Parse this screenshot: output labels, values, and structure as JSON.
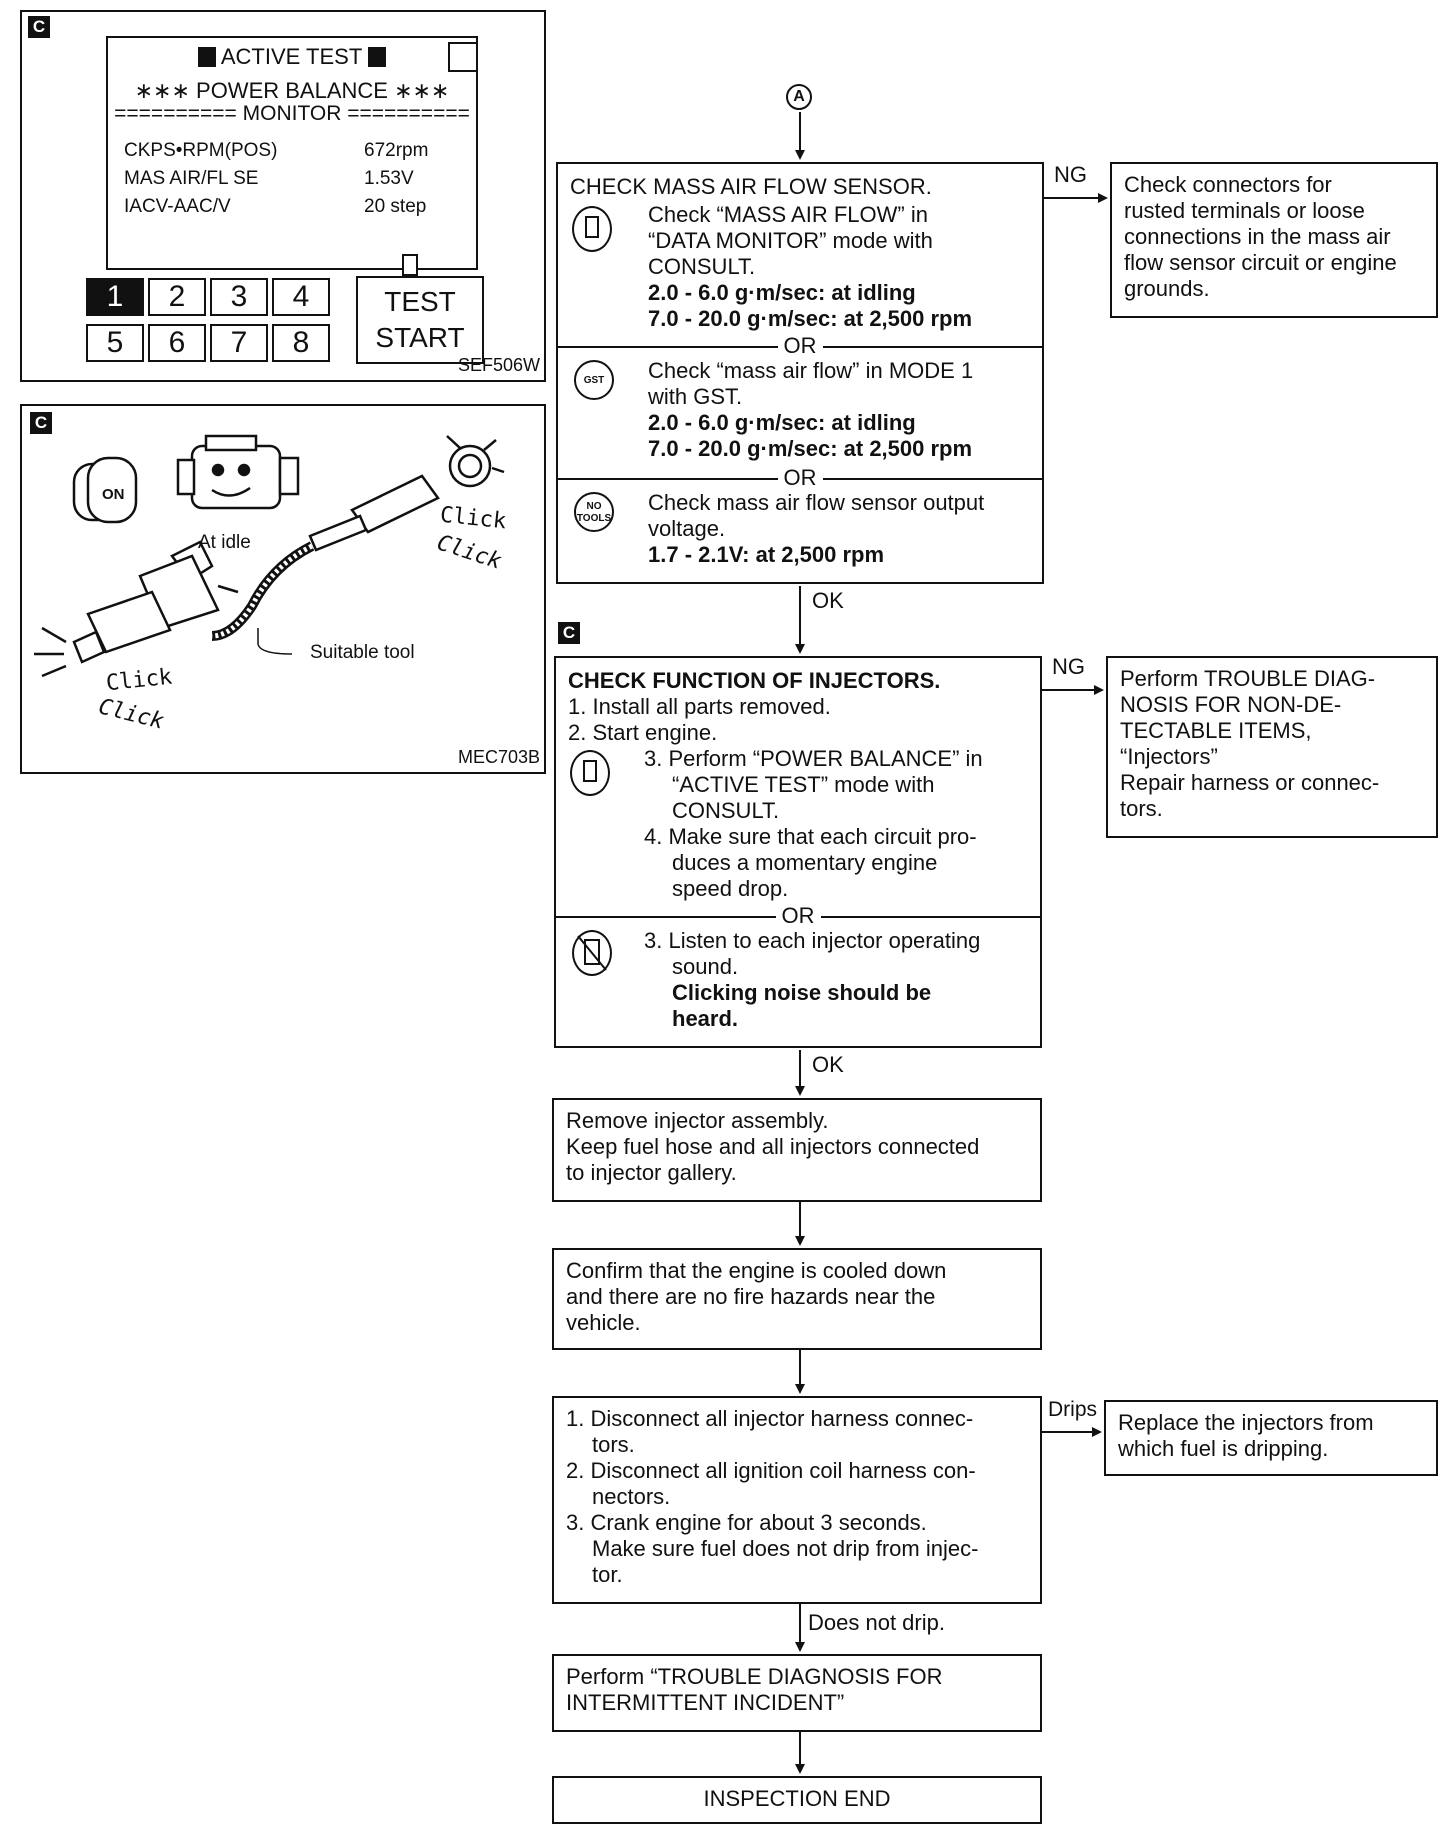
{
  "left_panels": {
    "marker_c": "C",
    "consult": {
      "screen_title": "ACTIVE TEST",
      "screen_subtitle": "∗∗∗ POWER BALANCE ∗∗∗",
      "monitor_header": "========== MONITOR ==========",
      "rows": [
        {
          "label": "CKPS•RPM(POS)",
          "value": "672rpm"
        },
        {
          "label": "MAS AIR/FL SE",
          "value": "1.53V"
        },
        {
          "label": "IACV-AAC/V",
          "value": "20 step"
        }
      ],
      "keys": [
        "1",
        "2",
        "3",
        "4",
        "5",
        "6",
        "7",
        "8"
      ],
      "test_label": "TEST",
      "start_label": "START",
      "figure_code": "SEF506W"
    },
    "illustration": {
      "on_label": "ON",
      "at_idle": "At idle",
      "click_1": "Click",
      "click_2": "Click",
      "click_3": "Click",
      "click_4": "Click",
      "tool_label": "Suitable tool",
      "figure_code": "MEC703B"
    }
  },
  "flow": {
    "connector": "A",
    "mass_air_flow": {
      "title": "CHECK MASS AIR FLOW SENSOR.",
      "consult_text": [
        "Check “MASS AIR FLOW” in",
        "“DATA MONITOR” mode with",
        "CONSULT."
      ],
      "consult_spec_1": "2.0 - 6.0 g·m/sec: at idling",
      "consult_spec_2": "7.0 - 20.0 g·m/sec: at 2,500 rpm",
      "or_1": "OR",
      "gst_text": [
        "Check “mass air flow” in MODE 1",
        "with GST."
      ],
      "gst_spec_1": "2.0 - 6.0 g·m/sec: at idling",
      "gst_spec_2": "7.0 - 20.0 g·m/sec: at 2,500 rpm",
      "or_2": "OR",
      "notools_text": [
        "Check mass air flow sensor output",
        "voltage."
      ],
      "notools_spec": "1.7 - 2.1V: at 2,500 rpm",
      "icon_gst": "GST",
      "icon_notools_1": "NO",
      "icon_notools_2": "TOOLS"
    },
    "ng_1": "NG",
    "ng_1_box": [
      "Check connectors for",
      "rusted terminals or loose",
      "connections in the mass air",
      "flow sensor circuit or engine",
      "grounds."
    ],
    "ok_1": "OK",
    "marker_c": "C",
    "injectors": {
      "title": "CHECK FUNCTION OF INJECTORS.",
      "steps": [
        "1. Install all parts removed.",
        "2. Start engine."
      ],
      "consult_steps": [
        "3. Perform “POWER BALANCE” in",
        "“ACTIVE TEST” mode with",
        "CONSULT.",
        "4. Make sure that each circuit pro-",
        "duces a momentary engine",
        "speed drop."
      ],
      "or": "OR",
      "listen_text": [
        "3. Listen to each injector operating",
        "sound."
      ],
      "listen_bold": [
        "Clicking noise should be",
        "heard."
      ]
    },
    "ng_2": "NG",
    "ng_2_box": [
      "Perform TROUBLE DIAG-",
      "NOSIS FOR NON-DE-",
      "TECTABLE ITEMS,",
      "“Injectors”",
      "Repair harness or connec-",
      "tors."
    ],
    "ok_2": "OK",
    "remove_box": [
      "Remove injector assembly.",
      "Keep fuel hose and all injectors connected",
      "to injector gallery."
    ],
    "confirm_box": [
      "Confirm that the engine is cooled down",
      "and there are no fire hazards near the",
      "vehicle."
    ],
    "disconnect_box": [
      "1. Disconnect all injector harness connec-",
      "tors.",
      "2. Disconnect all ignition coil harness con-",
      "nectors.",
      "3. Crank engine for about 3 seconds.",
      "Make sure fuel does not drip from injec-",
      "tor."
    ],
    "drips": "Drips",
    "drips_box": [
      "Replace the injectors from",
      "which fuel is dripping."
    ],
    "does_not_drip": "Does not drip.",
    "intermittent_box": [
      "Perform “TROUBLE DIAGNOSIS FOR",
      "INTERMITTENT INCIDENT”"
    ],
    "end_box": "INSPECTION END"
  }
}
